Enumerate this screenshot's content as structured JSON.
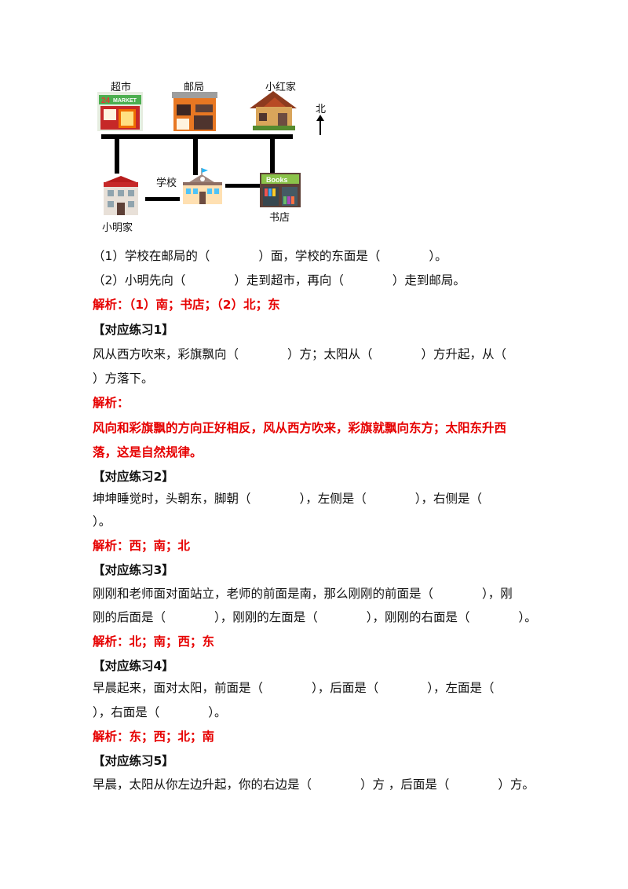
{
  "map": {
    "labels": {
      "supermarket": "超市",
      "post_office": "邮局",
      "xiaohong_home": "小红家",
      "north": "北",
      "school": "学校",
      "xiaoming_home": "小明家",
      "bookstore": "书店"
    },
    "sign_24": "24",
    "sign_market": "MARKET",
    "sign_books": "Books"
  },
  "q1": "（1）学校在邮局的（　　　　）面，学校的东面是（　　　　）。",
  "q2": "（2）小明先向（　　　　）走到超市，再向（　　　　）走到邮局。",
  "ans0": "解析：（1）南；书店；（2）北；东",
  "ex1_title": "【对应练习1】",
  "ex1_line1": "风从西方吹来，彩旗飘向（　　　　）方；太阳从（　　　　）方升起，从（",
  "ex1_line2": "）方落下。",
  "ex1_ans_label": "解析：",
  "ex1_ans_line1": "风向和彩旗飘的方向正好相反，风从西方吹来，彩旗就飘向东方；太阳东升西",
  "ex1_ans_line2": "落，这是自然规律。",
  "ex2_title": "【对应练习2】",
  "ex2_line1": "坤坤睡觉时，头朝东，脚朝（　　　　），左侧是（　　　　），右侧是（",
  "ex2_line2": "）。",
  "ex2_ans": "解析：西；南；北",
  "ex3_title": "【对应练习3】",
  "ex3_line1": "刚刚和老师面对面站立，老师的前面是南，那么刚刚的前面是（　　　　），刚",
  "ex3_line2": "刚的后面是（　　　　），刚刚的左面是（　　　　），刚刚的右面是（　　　　）。",
  "ex3_ans": "解析：北；南；西；东",
  "ex4_title": "【对应练习4】",
  "ex4_line1": "早晨起来，面对太阳，前面是（　　　　），后面是（　　　　），左面是（",
  "ex4_line2": "），右面是（　　　　）。",
  "ex4_ans": "解析：东；西；北；南",
  "ex5_title": "【对应练习5】",
  "ex5_line1": "早晨，太阳从你左边升起，你的右边是（　　　　）方 ，后面是（　　　　）方。"
}
